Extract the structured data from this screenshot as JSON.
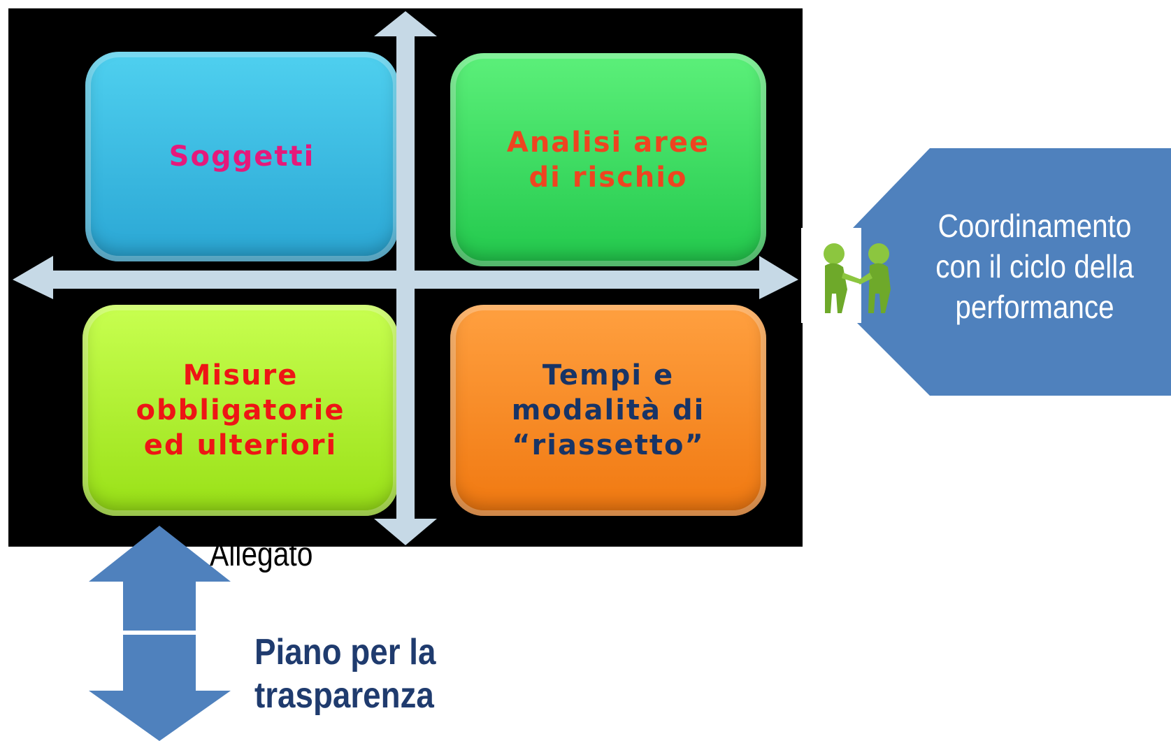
{
  "quadrants": {
    "top_left": {
      "line1": "Soggetti"
    },
    "top_right": {
      "line1": "Analisi aree",
      "line2": "di rischio"
    },
    "bottom_left": {
      "line1": "Misure",
      "line2": "obbligatorie",
      "line3": "ed ulteriori"
    },
    "bottom_right": {
      "line1": "Tempi e",
      "line2": "modalità di",
      "line3": "“riassetto”"
    }
  },
  "coordination": {
    "line1": "Coordinamento",
    "line2": "con il ciclo della",
    "line3": "performance",
    "icon": "handshake-icon"
  },
  "allegato": {
    "label": "Allegato"
  },
  "trasparenza": {
    "line1": "Piano per la",
    "line2": "trasparenza"
  },
  "colors": {
    "panel": "#000000",
    "blue_quad": "#35b5df",
    "green_quad": "#38d95c",
    "lime_quad": "#afee2a",
    "orange_quad": "#f98a26",
    "arrow_blue": "#4f81bd",
    "axis": "#c6d9e6"
  }
}
